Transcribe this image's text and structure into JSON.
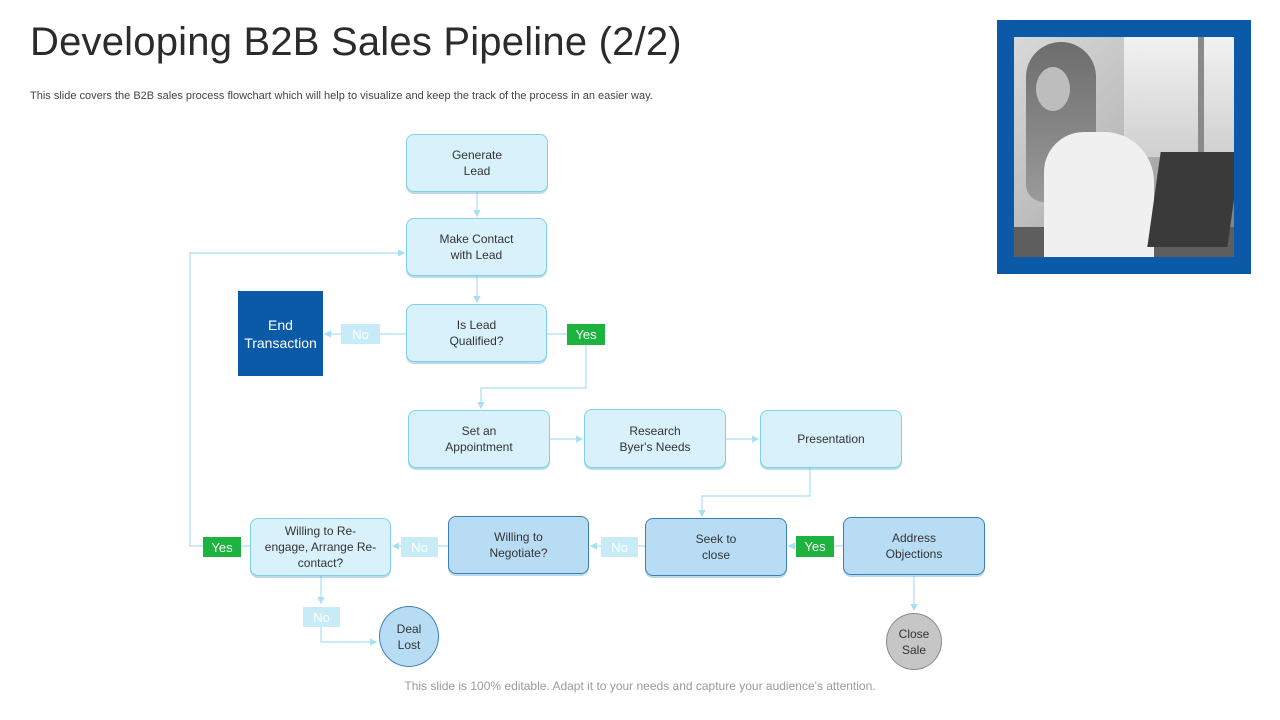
{
  "title": "Developing B2B Sales Pipeline (2/2)",
  "subtitle": "This slide covers the B2B sales process flowchart which will help to visualize and keep the track of the process in an easier way.",
  "footer": "This slide is 100% editable. Adapt it to your needs and capture your audience's attention.",
  "colors": {
    "accent_blue": "#0a5aa8",
    "light_node": "#d8f1fb",
    "mid_node": "#b9dcf5",
    "yes_green": "#1db33f",
    "no_light": "#c7ecf8",
    "close_grey": "#c6c6c6"
  },
  "flow": {
    "generate_lead": "Generate\nLead",
    "make_contact": "Make Contact\nwith Lead",
    "is_lead_qualified": "Is Lead\nQualified?",
    "end_transaction": "End\nTransaction",
    "set_appointment": "Set an\nAppointment",
    "research_needs": "Research\nByer's Needs",
    "presentation": "Presentation",
    "address_objections": "Address\nObjections",
    "seek_to_close": "Seek to\nclose",
    "willing_to_negotiate": "Willing to\nNegotiate?",
    "willing_to_reengage": "Willing to Re-\nengage, Arrange Re-\ncontact?",
    "deal_lost": "Deal\nLost",
    "close_sale": "Close\nSale"
  },
  "labels": {
    "yes": "Yes",
    "no": "No"
  },
  "image": {
    "icon": "photo-woman-laptop-icon"
  }
}
